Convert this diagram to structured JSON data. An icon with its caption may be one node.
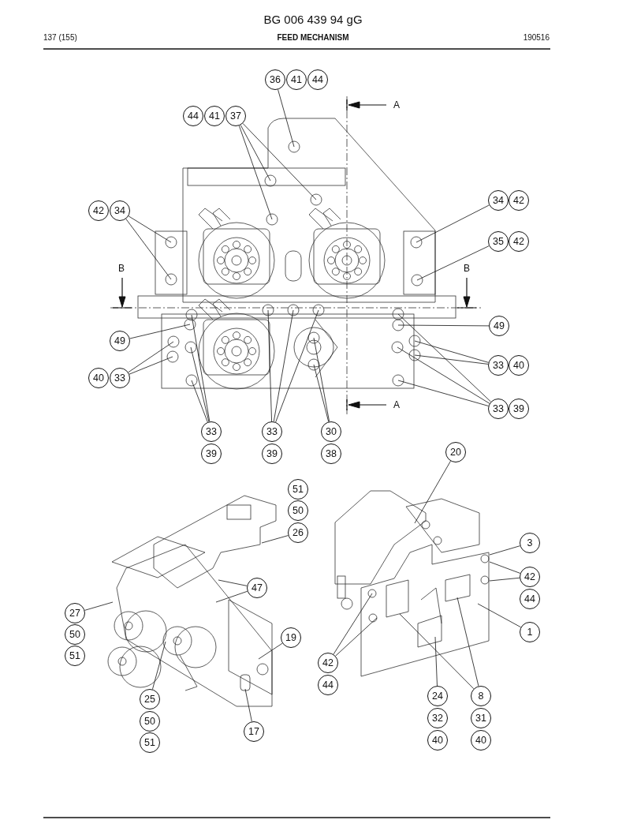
{
  "diagram": {
    "title": "FEED MECHANISM",
    "nodes": [
      {
        "text": [
          "36"
        ]
      },
      {
        "text": [
          "41"
        ]
      },
      {
        "text": [
          "44"
        ]
      },
      {
        "text": [
          "44"
        ]
      },
      {
        "text": [
          "41"
        ]
      },
      {
        "text": [
          "37"
        ]
      },
      {
        "text": [
          "34"
        ]
      },
      {
        "text": [
          "42"
        ]
      },
      {
        "text": [
          "42"
        ]
      },
      {
        "text": [
          "34"
        ]
      },
      {
        "text": [
          "35"
        ]
      },
      {
        "text": [
          "42"
        ]
      },
      {
        "text": [
          "49"
        ]
      },
      {
        "text": [
          "49"
        ]
      },
      {
        "text": [
          "33"
        ]
      },
      {
        "text": [
          "40"
        ]
      },
      {
        "text": [
          "40"
        ]
      },
      {
        "text": [
          "33"
        ]
      },
      {
        "text": [
          "33"
        ]
      },
      {
        "text": [
          "39"
        ]
      },
      {
        "text": [
          "33"
        ]
      },
      {
        "text": [
          "39"
        ]
      },
      {
        "text": [
          "33"
        ]
      },
      {
        "text": [
          "39"
        ]
      },
      {
        "text": [
          "30"
        ]
      },
      {
        "text": [
          "38"
        ]
      },
      {
        "text": [
          "20"
        ]
      },
      {
        "text": [
          "51"
        ]
      },
      {
        "text": [
          "50"
        ]
      },
      {
        "text": [
          "26"
        ]
      },
      {
        "text": [
          "3"
        ]
      },
      {
        "text": [
          "42"
        ]
      },
      {
        "text": [
          "44"
        ]
      },
      {
        "text": [
          "47"
        ]
      },
      {
        "text": [
          "27"
        ]
      },
      {
        "text": [
          "50"
        ]
      },
      {
        "text": [
          "51"
        ]
      },
      {
        "text": [
          "1"
        ]
      },
      {
        "text": [
          "19"
        ]
      },
      {
        "text": [
          "42"
        ]
      },
      {
        "text": [
          "44"
        ]
      },
      {
        "text": [
          "24"
        ]
      },
      {
        "text": [
          "8"
        ]
      },
      {
        "text": [
          "25"
        ]
      },
      {
        "text": [
          "32"
        ]
      },
      {
        "text": [
          "31"
        ]
      },
      {
        "text": [
          "17"
        ]
      },
      {
        "text": [
          "50"
        ]
      },
      {
        "text": [
          "40"
        ]
      },
      {
        "text": [
          "40"
        ]
      },
      {
        "text": [
          "51"
        ]
      }
    ],
    "edges": [
      {
        "from": 0,
        "to": null,
        "arrow": "none"
      },
      {
        "from": 5,
        "to": null,
        "arrow": "none"
      },
      {
        "from": 5,
        "to": null,
        "arrow": "none"
      },
      {
        "from": 5,
        "to": null,
        "arrow": "none"
      },
      {
        "from": 9,
        "to": null,
        "arrow": "none"
      },
      {
        "from": 9,
        "to": null,
        "arrow": "none"
      },
      {
        "from": 6,
        "to": null,
        "arrow": "none"
      },
      {
        "from": 10,
        "to": null,
        "arrow": "none"
      },
      {
        "from": 12,
        "to": null,
        "arrow": "none"
      },
      {
        "from": 13,
        "to": null,
        "arrow": "none"
      },
      {
        "from": 17,
        "to": null,
        "arrow": "none"
      },
      {
        "from": 17,
        "to": null,
        "arrow": "none"
      },
      {
        "from": 14,
        "to": null,
        "arrow": "none"
      },
      {
        "from": 14,
        "to": null,
        "arrow": "none"
      },
      {
        "from": 18,
        "to": null,
        "arrow": "none"
      },
      {
        "from": 18,
        "to": null,
        "arrow": "none"
      },
      {
        "from": 18,
        "to": null,
        "arrow": "none"
      },
      {
        "from": 20,
        "to": null,
        "arrow": "none"
      },
      {
        "from": 20,
        "to": null,
        "arrow": "none"
      },
      {
        "from": 20,
        "to": null,
        "arrow": "none"
      },
      {
        "from": 22,
        "to": null,
        "arrow": "none"
      },
      {
        "from": 22,
        "to": null,
        "arrow": "none"
      },
      {
        "from": 22,
        "to": null,
        "arrow": "none"
      },
      {
        "from": 24,
        "to": null,
        "arrow": "none"
      },
      {
        "from": 24,
        "to": null,
        "arrow": "none"
      },
      {
        "from": 26,
        "to": null,
        "arrow": "none"
      },
      {
        "from": 29,
        "to": null,
        "arrow": "none"
      },
      {
        "from": 30,
        "to": null,
        "arrow": "none"
      },
      {
        "from": 31,
        "to": null,
        "arrow": "none"
      },
      {
        "from": 31,
        "to": null,
        "arrow": "none"
      },
      {
        "from": 33,
        "to": null,
        "arrow": "none"
      },
      {
        "from": 33,
        "to": null,
        "arrow": "none"
      },
      {
        "from": 34,
        "to": null,
        "arrow": "none"
      },
      {
        "from": 37,
        "to": null,
        "arrow": "none"
      },
      {
        "from": 38,
        "to": null,
        "arrow": "none"
      },
      {
        "from": 39,
        "to": null,
        "arrow": "none"
      },
      {
        "from": 39,
        "to": null,
        "arrow": "none"
      },
      {
        "from": 41,
        "to": null,
        "arrow": "none"
      },
      {
        "from": 42,
        "to": null,
        "arrow": "none"
      },
      {
        "from": 42,
        "to": null,
        "arrow": "none"
      },
      {
        "from": 43,
        "to": null,
        "arrow": "none"
      },
      {
        "from": 46,
        "to": null,
        "arrow": "none"
      }
    ],
    "labels": [
      "BG 006 439 94 gG",
      "137 (155)",
      "190516",
      "A",
      "B",
      "B",
      "A"
    ]
  }
}
